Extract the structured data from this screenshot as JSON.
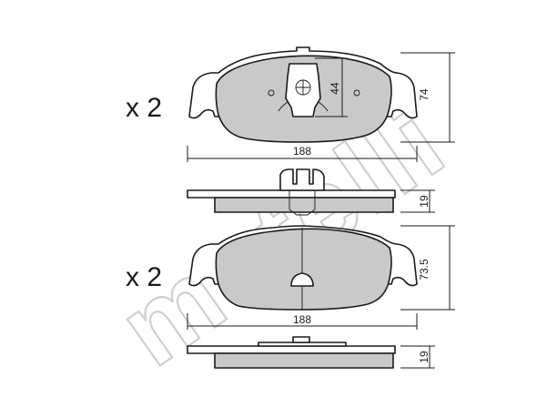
{
  "watermark": "metelli",
  "top_set": {
    "quantity": "x 2",
    "width": "188",
    "height": "74",
    "clip_height": "44",
    "thickness": "19"
  },
  "bottom_set": {
    "quantity": "x 2",
    "width": "188",
    "height": "73.5",
    "thickness": "19"
  }
}
